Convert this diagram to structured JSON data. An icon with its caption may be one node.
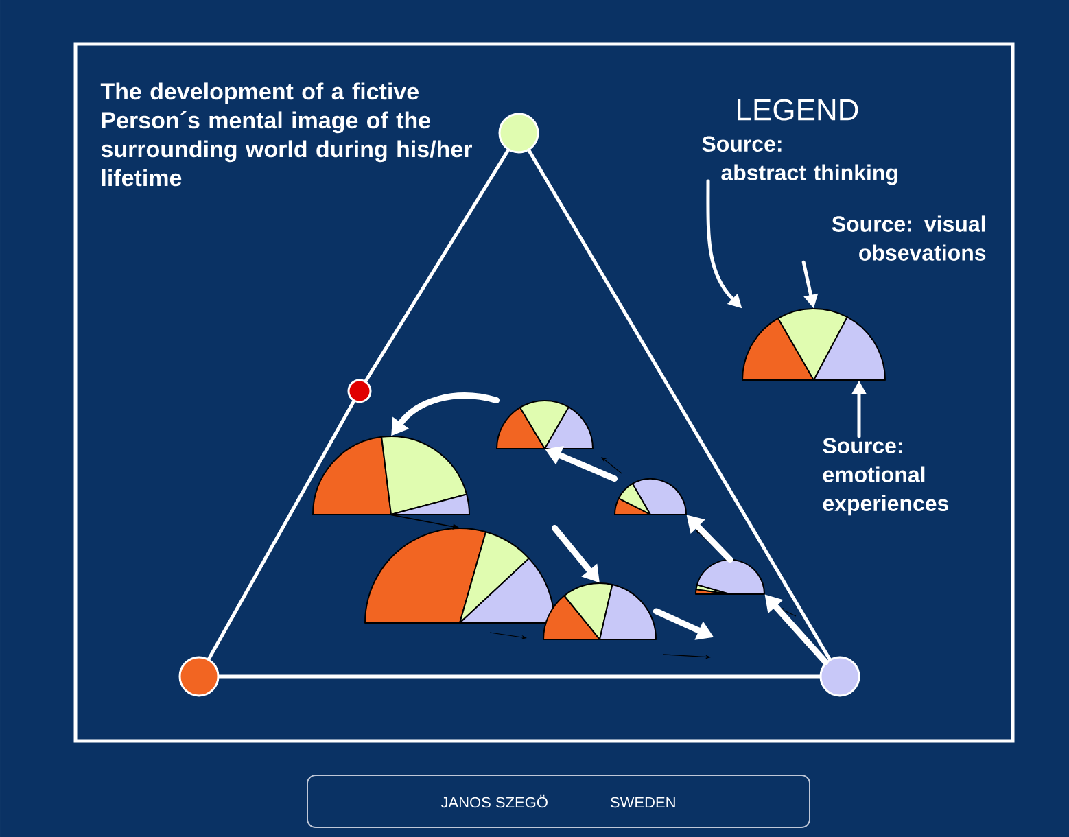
{
  "diagram": {
    "title": "The development of a fictive Person´s mental image of the surrounding world during his/her lifetime",
    "nodes": [
      {
        "text": [],
        "shape": "circle"
      },
      {
        "text": [],
        "shape": "circle"
      },
      {
        "text": [],
        "shape": "circle"
      },
      {
        "text": [],
        "shape": "circle"
      },
      {
        "text": [],
        "shape": "semicircle"
      },
      {
        "text": [],
        "shape": "semicircle"
      },
      {
        "text": [],
        "shape": "semicircle"
      },
      {
        "text": [],
        "shape": "semicircle"
      },
      {
        "text": [],
        "shape": "semicircle"
      },
      {
        "text": [],
        "shape": "semicircle"
      },
      {
        "text": [
          "Source:",
          "abstract thinking"
        ]
      },
      {
        "text": [
          "Source: visual obsevations"
        ]
      },
      {
        "text": [],
        "shape": "semicircle"
      },
      {
        "text": [
          "Source: emotional experiences"
        ]
      },
      {
        "text": [
          "JANOS SZEGÖ",
          "SWEDEN"
        ]
      }
    ],
    "edges": [
      {
        "from": 0,
        "to": 3,
        "arrow": "none"
      },
      {
        "from": 3,
        "to": 1,
        "arrow": "none"
      },
      {
        "from": 1,
        "to": 2,
        "arrow": "none"
      },
      {
        "from": 2,
        "to": 0,
        "arrow": "none"
      },
      {
        "from": 2,
        "to": 7,
        "arrow": "to",
        "style": "thick"
      },
      {
        "from": 7,
        "to": 6,
        "arrow": "to",
        "style": "thick"
      },
      {
        "from": 6,
        "to": 4,
        "arrow": "to",
        "style": "thick"
      },
      {
        "from": 4,
        "to": 5,
        "arrow": "to",
        "style": "thick"
      },
      {
        "from": 5,
        "to": 8,
        "arrow": "to",
        "color": "#000000"
      },
      {
        "from": 8,
        "to": 9,
        "arrow": "to",
        "style": "thick"
      },
      {
        "from": 9,
        "to": null,
        "arrow": "to",
        "style": "thick"
      },
      {
        "from": 10,
        "to": 12,
        "arrow": "to"
      },
      {
        "from": 11,
        "to": 12,
        "arrow": "to"
      },
      {
        "from": 13,
        "to": 12,
        "arrow": "to"
      }
    ],
    "labels": [
      "LEGEND"
    ]
  }
}
